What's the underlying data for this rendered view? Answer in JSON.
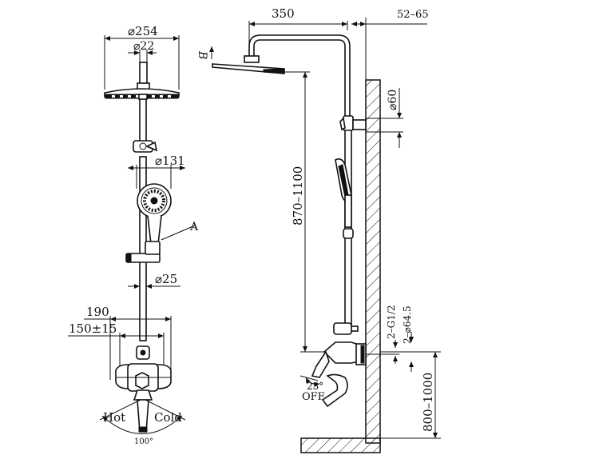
{
  "front_view": {
    "dim_head_diameter": "⌀254",
    "dim_arm_diameter": "⌀22",
    "dim_handshower_diameter": "⌀131",
    "label_handshower": "A",
    "dim_riser_diameter": "⌀25",
    "dim_mixer_width": "190",
    "dim_inlet_spacing": "150±15",
    "label_hot": "Hot",
    "label_cold": "Cold",
    "label_rotation": "100°"
  },
  "side_view": {
    "label_b": "B",
    "dim_arm_reach": "350",
    "dim_wall_gap": "52–65",
    "dim_bracket_diameter": "⌀60",
    "dim_height_range": "870–1100",
    "dim_thread": "2–G1/2",
    "dim_escutcheon": "2–⌀64.5",
    "dim_floor_height": "800–1000",
    "label_angle": "23°",
    "label_off": "OFF"
  }
}
